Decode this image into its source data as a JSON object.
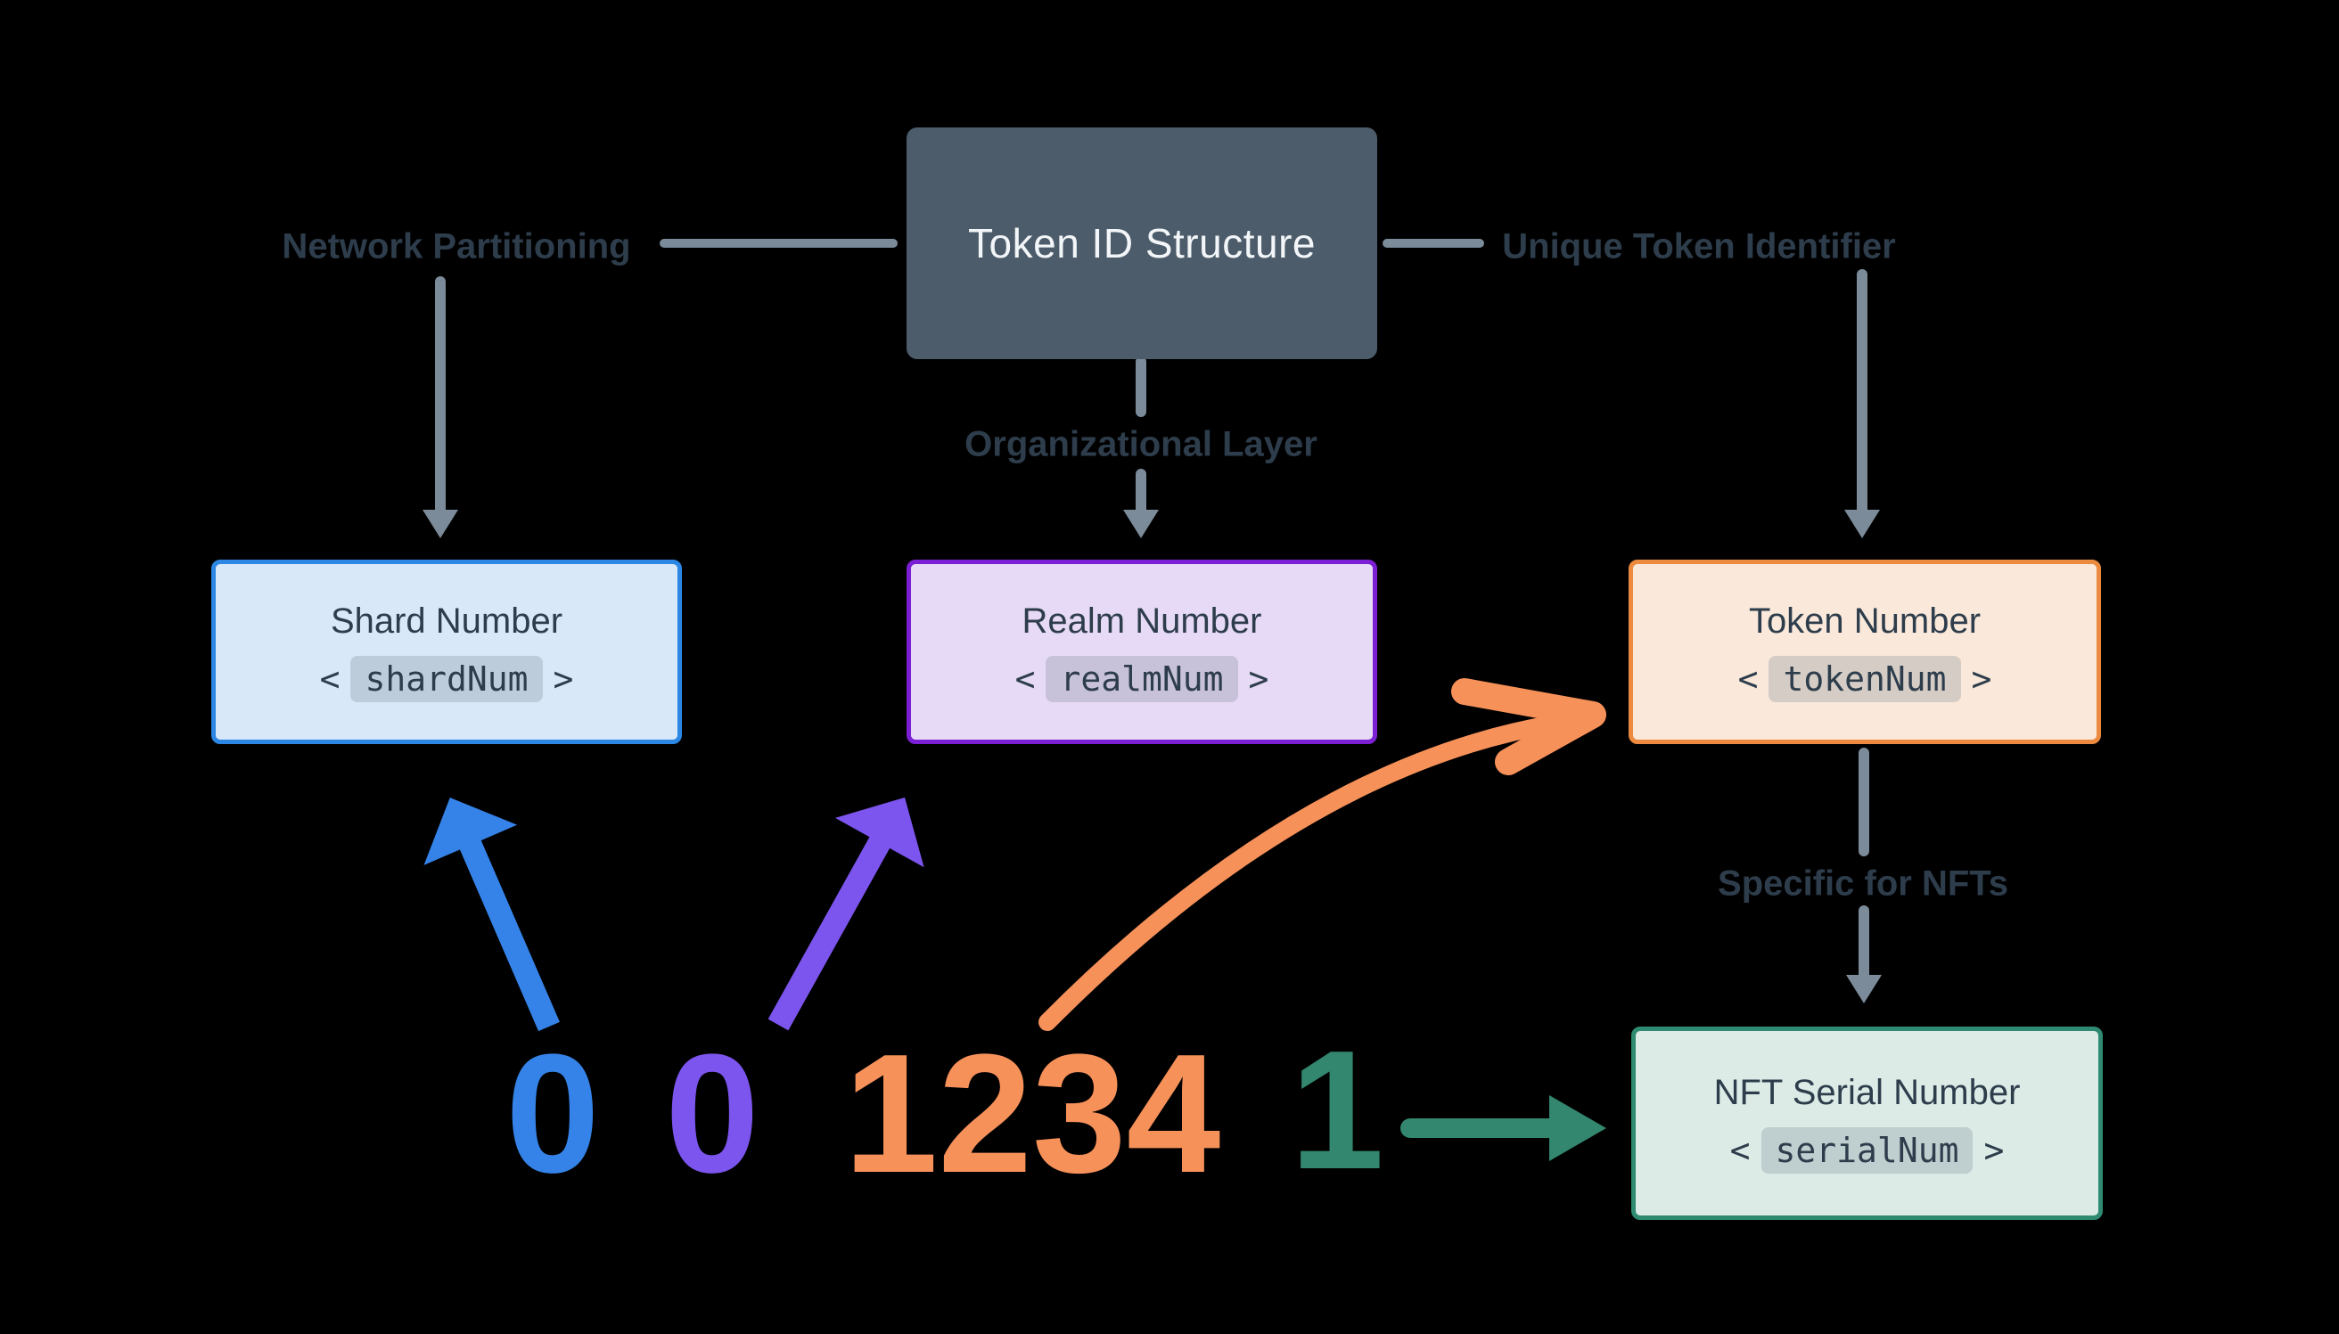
{
  "title_box": {
    "label": "Token ID Structure"
  },
  "annotations": {
    "network_partitioning": "Network Partitioning",
    "unique_token_identifier": "Unique Token Identifier",
    "organizational_layer": "Organizational Layer",
    "specific_for_nfts": "Specific for NFTs"
  },
  "boxes": {
    "shard": {
      "title": "Shard Number",
      "code": "shardNum",
      "open": "<",
      "close": ">"
    },
    "realm": {
      "title": "Realm Number",
      "code": "realmNum",
      "open": "<",
      "close": ">"
    },
    "token": {
      "title": "Token Number",
      "code": "tokenNum",
      "open": "<",
      "close": ">"
    },
    "serial": {
      "title": "NFT Serial Number",
      "code": "serialNum",
      "open": "<",
      "close": ">"
    }
  },
  "example_id": {
    "shard_value": "0",
    "realm_value": "0",
    "token_value": "1234",
    "serial_value": "1"
  },
  "colors": {
    "background": "#000000",
    "panel_dark": "#4c5c6a",
    "text_dark": "#2e3d4c",
    "text_light": "#f3f6f8",
    "connector_gray": "#7b8b99",
    "blue": "#3583e8",
    "blue_fill": "#d8e8f8",
    "blue_border": "#2b86e4",
    "purple": "#7c55ee",
    "purple_fill": "#e7daf6",
    "purple_border": "#7b1fd4",
    "orange": "#f7915a",
    "orange_fill": "#fae8da",
    "orange_border": "#ec8a3f",
    "green": "#33876e",
    "green_fill": "#dcebe6",
    "green_border": "#2e8a70",
    "badge_bg": "rgba(120,134,144,0.28)"
  }
}
